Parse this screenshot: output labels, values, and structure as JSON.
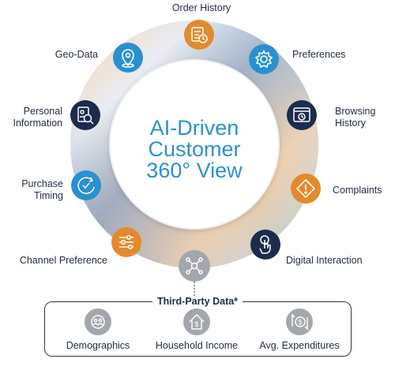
{
  "center": {
    "line1": "AI-Driven",
    "line2": "Customer",
    "line3": "360° View"
  },
  "segments": [
    {
      "id": "order-history",
      "label_lines": [
        "Order History"
      ],
      "icon": "clipboard-clock-icon",
      "color": "#e58a2c"
    },
    {
      "id": "preferences",
      "label_lines": [
        "Preferences"
      ],
      "icon": "gear-icon",
      "color": "#2a91cf"
    },
    {
      "id": "browsing-history",
      "label_lines": [
        "Browsing",
        "History"
      ],
      "icon": "browser-clock-icon",
      "color": "#1b2c4c"
    },
    {
      "id": "complaints",
      "label_lines": [
        "Complaints"
      ],
      "icon": "warning-icon",
      "color": "#e58a2c"
    },
    {
      "id": "digital-interaction",
      "label_lines": [
        "Digital Interaction"
      ],
      "icon": "touch-hand-icon",
      "color": "#1b2c4c"
    },
    {
      "id": "third-party",
      "label_lines": [],
      "icon": "network-nodes-icon",
      "color": "#a3a7ad"
    },
    {
      "id": "channel-preference",
      "label_lines": [
        "Channel Preference"
      ],
      "icon": "sliders-icon",
      "color": "#e58a2c"
    },
    {
      "id": "purchase-timing",
      "label_lines": [
        "Purchase",
        "Timing"
      ],
      "icon": "clock-check-icon",
      "color": "#2a91cf"
    },
    {
      "id": "personal-information",
      "label_lines": [
        "Personal",
        "Information"
      ],
      "icon": "id-search-icon",
      "color": "#1b2c4c"
    },
    {
      "id": "geo-data",
      "label_lines": [
        "Geo-Data"
      ],
      "icon": "location-pin-icon",
      "color": "#2a91cf"
    }
  ],
  "third_party": {
    "title": "Third-Party Data*",
    "items": [
      {
        "label": "Demographics",
        "icon": "demographics-icon"
      },
      {
        "label": "Household Income",
        "icon": "house-money-icon"
      },
      {
        "label": "Avg. Expenditures",
        "icon": "money-flow-icon"
      }
    ]
  },
  "colors": {
    "ring_orange": "#f3c79a",
    "ring_blue": "#9ccbeb",
    "ring_navy": "#8e9ab0",
    "center_text": "#2a91cf",
    "label_text": "#1f2d3d",
    "tp_icon": "#a3a7ad"
  }
}
